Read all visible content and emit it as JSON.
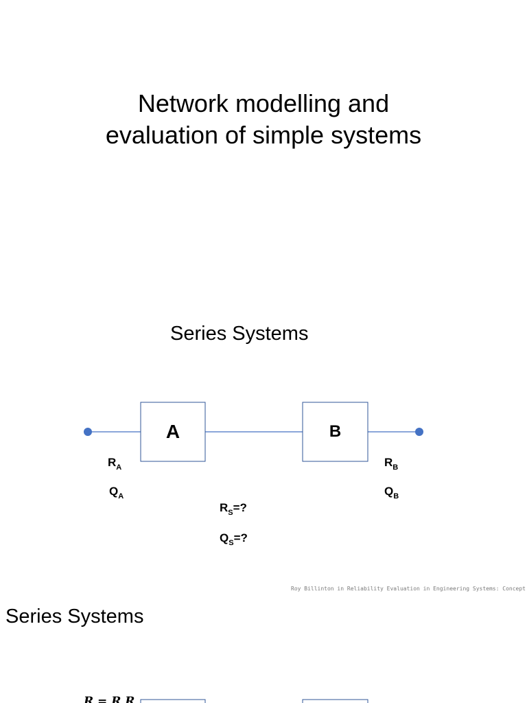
{
  "slide1": {
    "title_line1": "Network modelling and",
    "title_line2": "evaluation of simple systems"
  },
  "slide2": {
    "title": "Series Systems",
    "diagram": {
      "block_a_label": "A",
      "block_b_label": "B",
      "r_a": "R",
      "r_a_sub": "A",
      "q_a": "Q",
      "q_a_sub": "A",
      "r_b": "R",
      "r_b_sub": "B",
      "q_b": "Q",
      "q_b_sub": "B",
      "r_s": "R",
      "r_s_sub": "S",
      "r_s_tail": "=?",
      "q_s": "Q",
      "q_s_sub": "S",
      "q_s_tail": "=?"
    },
    "citation": "Roy Billinton in Reliability Evaluation in Engineering Systems: Concept and Techniques"
  },
  "slide3": {
    "title": "Series Systems",
    "formula_partial": "R = R R"
  },
  "colors": {
    "line": "#4472c4",
    "node": "#4472c4",
    "box_border": "#2f5597",
    "citation": "#7a7a7a"
  }
}
